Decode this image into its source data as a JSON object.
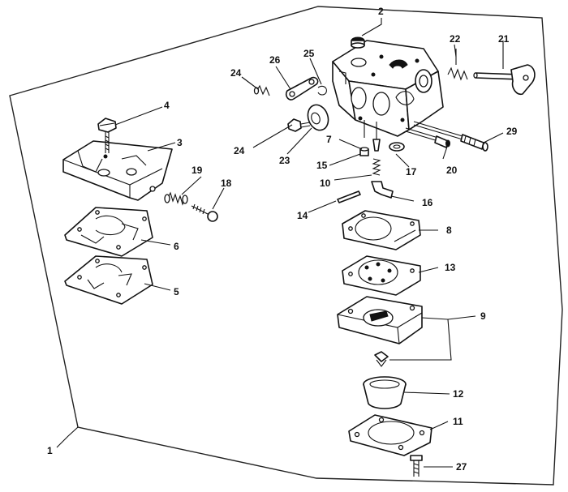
{
  "callouts": {
    "c1": "1",
    "c2": "2",
    "c3": "3",
    "c4": "4",
    "c5": "5",
    "c6": "6",
    "c7": "7",
    "c8": "8",
    "c9": "9",
    "c10": "10",
    "c11": "11",
    "c12": "12",
    "c13": "13",
    "c14": "14",
    "c15": "15",
    "c16": "16",
    "c17": "17",
    "c18": "18",
    "c19": "19",
    "c20": "20",
    "c21": "21",
    "c22": "22",
    "c23": "23",
    "c24a": "24",
    "c24b": "24",
    "c25": "25",
    "c26": "26",
    "c27": "27",
    "c29": "29"
  }
}
